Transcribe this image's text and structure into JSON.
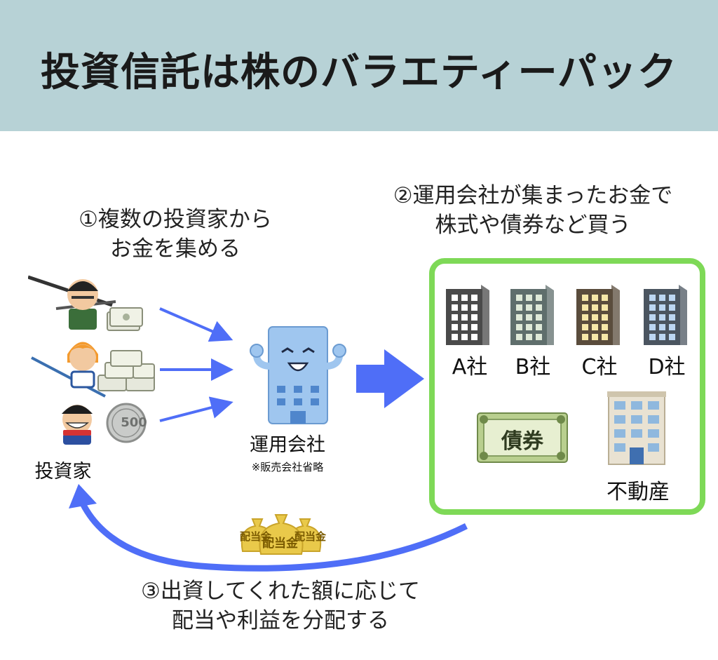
{
  "title": "投資信託は株のバラエティーパック",
  "steps": {
    "step1_line1": "①複数の投資家から",
    "step1_line2": "お金を集める",
    "step2_line1": "②運用会社が集まったお金で",
    "step2_line2": "株式や債券など買う",
    "step3_line1": "③出資してくれた額に応じて",
    "step3_line2": "配当や利益を分配する"
  },
  "investors": {
    "label": "投資家",
    "coin_label": "500"
  },
  "management_company": {
    "label": "運用会社",
    "note": "※販売会社省略"
  },
  "companies": [
    {
      "label": "A社",
      "color": "#4a4a4a",
      "window": "#ffffff"
    },
    {
      "label": "B社",
      "color": "#5f6e6c",
      "window": "#dfe9d8"
    },
    {
      "label": "C社",
      "color": "#5a4c3c",
      "window": "#f6e7a8"
    },
    {
      "label": "D社",
      "color": "#4b5560",
      "window": "#bcd6f2"
    }
  ],
  "assets": {
    "bond_label": "債券",
    "real_estate_label": "不動産"
  },
  "dividend_bags": [
    "配当金",
    "配当金",
    "配当金"
  ],
  "colors": {
    "header_bg": "#b7d2d6",
    "arrow": "#4f6ef7",
    "box_border": "#7ed957",
    "bag": "#e9c94a"
  }
}
